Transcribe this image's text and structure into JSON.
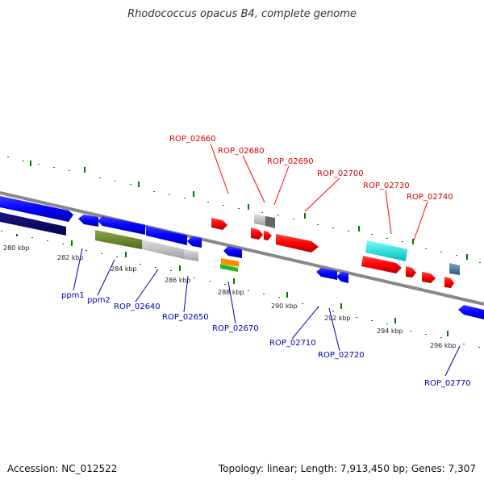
{
  "title": "Rhodococcus opacus B4, complete genome",
  "footer": {
    "accession": "Accession: NC_012522",
    "topology": "Topology: linear; Length: 7,913,450 bp; Genes: 7,307"
  },
  "scale_labels": [
    "280 kbp",
    "282 kbp",
    "284 kbp",
    "286 kbp",
    "288 kbp",
    "290 kbp",
    "292 kbp",
    "294 kbp",
    "296 kbp"
  ],
  "gene_labels_top": [
    "ROP_02660",
    "ROP_02680",
    "ROP_02690",
    "ROP_02700",
    "ROP_02730",
    "ROP_02740"
  ],
  "gene_labels_bottom": [
    "ppm1",
    "ppm2",
    "ROP_02640",
    "ROP_02650",
    "ROP_02670",
    "ROP_02710",
    "ROP_02720",
    "ROP_02770"
  ],
  "colors": {
    "forward_gene": "#ff0000",
    "reverse_gene": "#0000ff",
    "backbone": "#888888",
    "tick": "#007700"
  }
}
